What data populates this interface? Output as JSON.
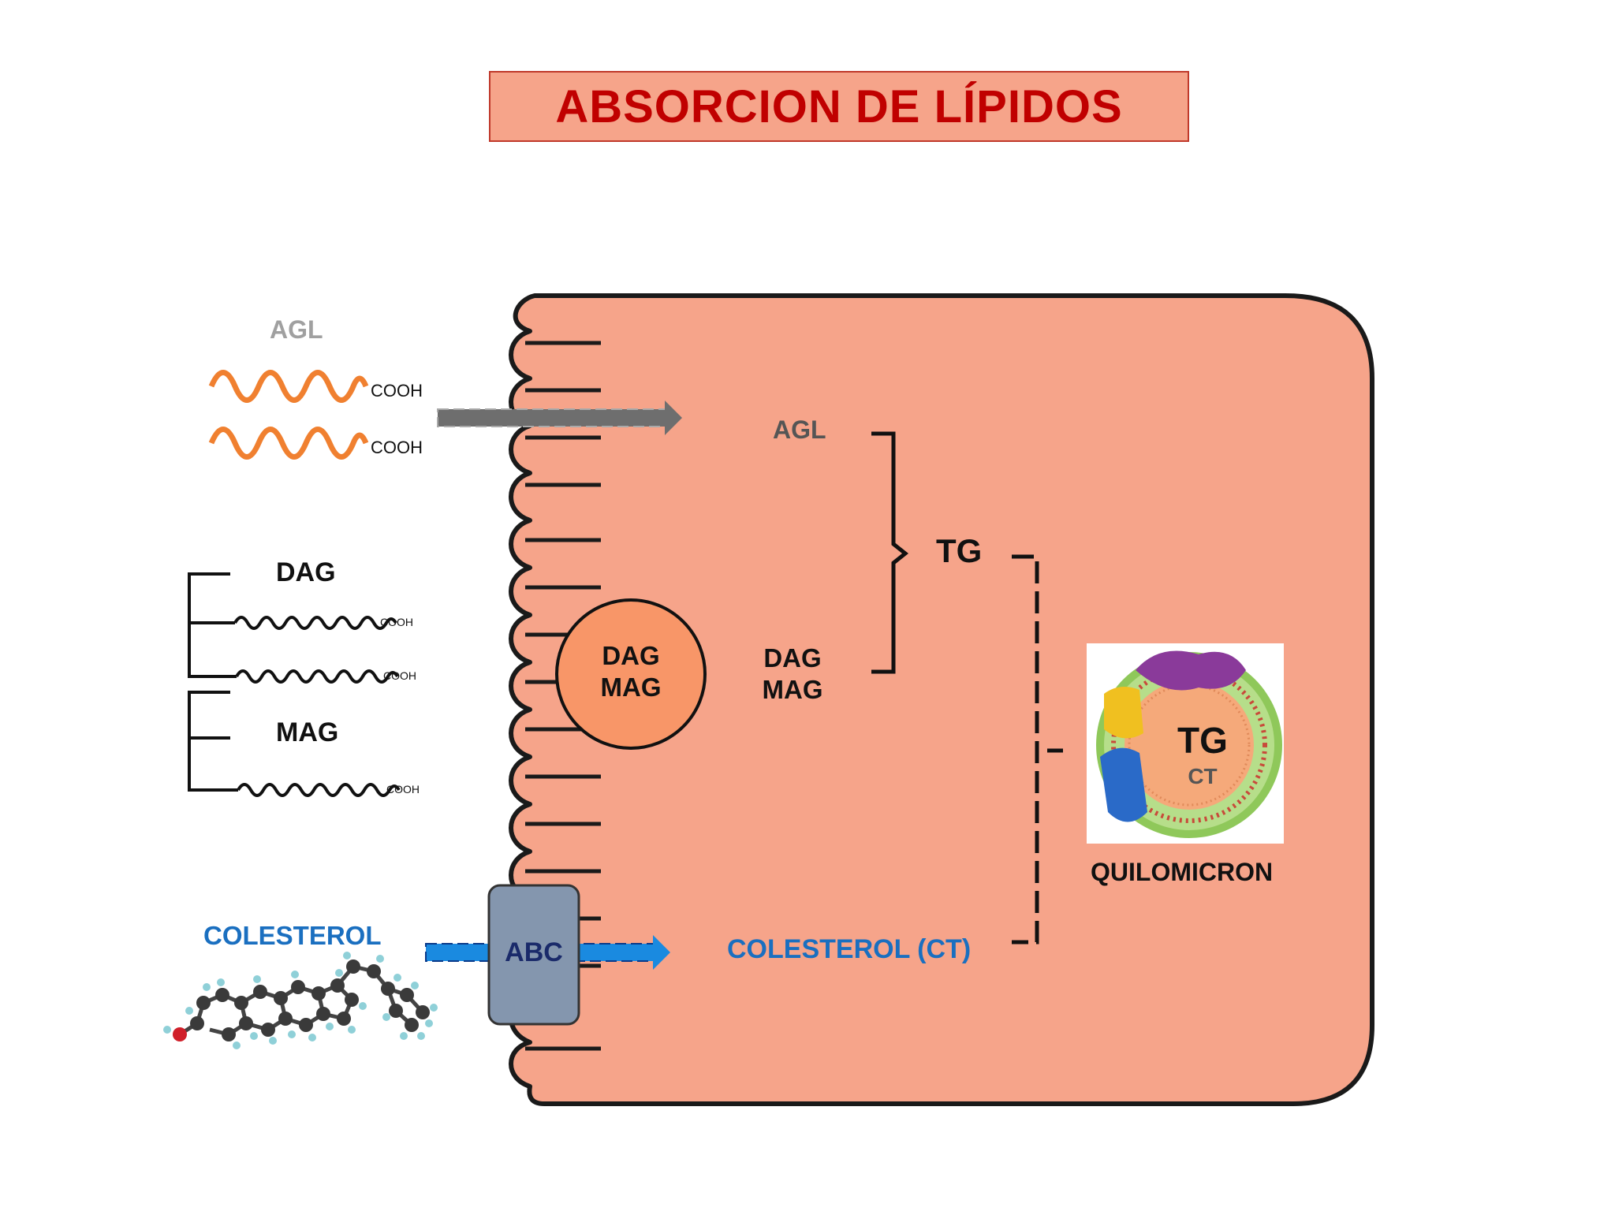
{
  "title": "ABSORCION DE LÍPIDOS",
  "left": {
    "agl_label": "AGL",
    "cooh": "COOH",
    "dag_label": "DAG",
    "mag_label": "MAG",
    "colesterol_label": "COLESTEROL"
  },
  "cell": {
    "agl": "AGL",
    "dag": "DAG",
    "mag": "MAG",
    "circle_dag": "DAG",
    "circle_mag": "MAG",
    "tg": "TG",
    "colesterol_ct": "COLESTEROL (CT)",
    "abc": "ABC"
  },
  "quilomicron": {
    "tg": "TG",
    "ct": "CT",
    "label": "QUILOMICRON"
  },
  "colors": {
    "title_red": "#c00000",
    "cell_fill": "#f6a48a",
    "agl_chain": "#f08030",
    "colesterol_blue": "#1a6fc0",
    "abc_box": "#8496ae",
    "agl_gray": "#a0a0a0",
    "arrow_gray": "#6e6e6e"
  }
}
